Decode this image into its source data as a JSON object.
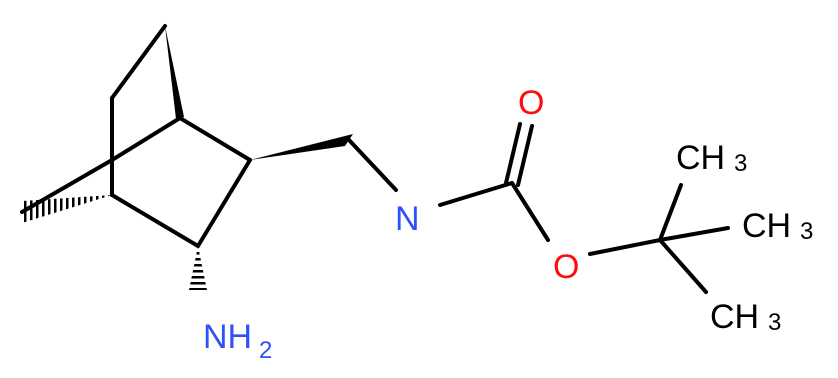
{
  "molecule": {
    "atom_labels": {
      "amine_main": "NH",
      "amine_sub": "2",
      "amide_n": "N",
      "carbonyl_o": "O",
      "ester_o": "O",
      "methyl_top_main": "CH",
      "methyl_top_sub": "3",
      "methyl_right_main": "CH",
      "methyl_right_sub": "3",
      "methyl_bottom_main": "CH",
      "methyl_bottom_sub": "3"
    },
    "colors": {
      "bond": "#000000",
      "nitrogen": "#3050f8",
      "oxygen": "#ff0d0d",
      "carbon": "#000000"
    }
  }
}
